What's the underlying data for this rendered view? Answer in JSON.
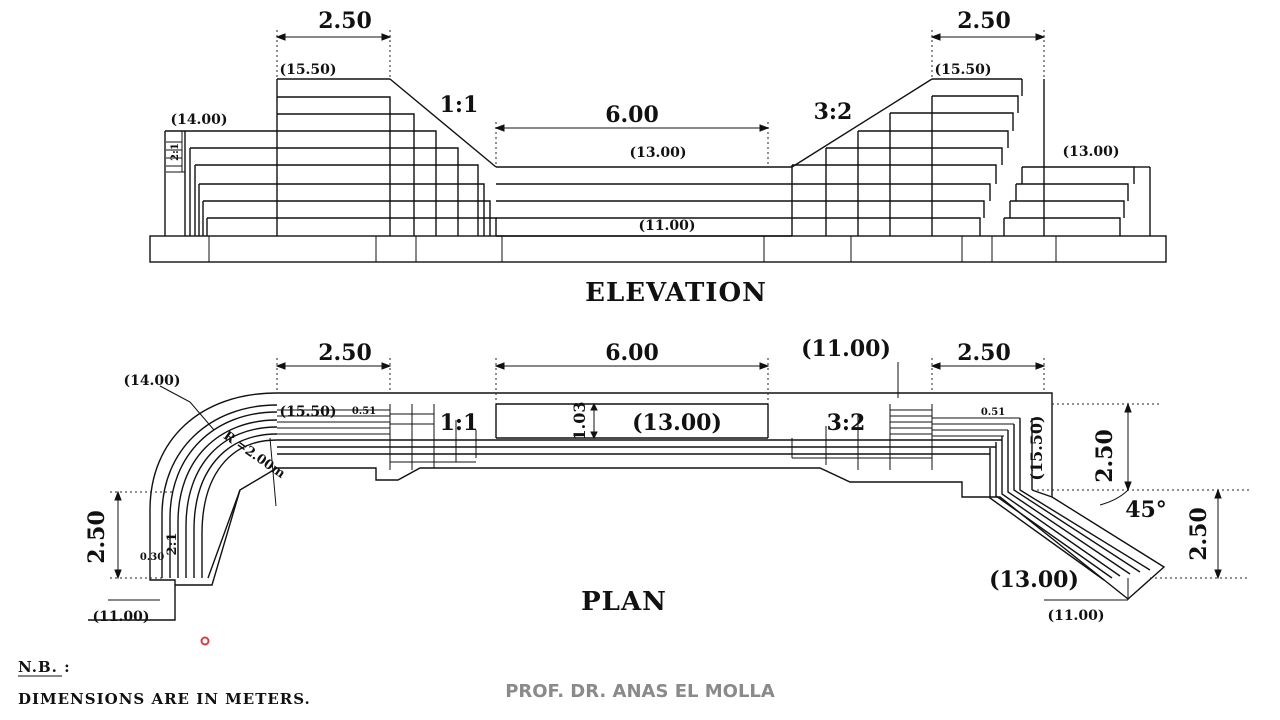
{
  "elevation": {
    "title": "ELEVATION",
    "dims": {
      "left_width": "2.50",
      "right_width": "2.50",
      "center_width": "6.00"
    },
    "levels": {
      "left_top": "(15.50)",
      "right_top": "(15.50)",
      "left_side": "(14.00)",
      "right_side": "(13.00)",
      "center_top": "(13.00)",
      "center_bottom": "(11.00)"
    },
    "slopes": {
      "left": "1:1",
      "right": "3:2",
      "side": "2:1"
    }
  },
  "plan": {
    "title": "PLAN",
    "dims": {
      "left_width": "2.50",
      "center_width": "6.00",
      "right_width": "2.50",
      "right_offset_1": "2.50",
      "right_offset_2": "2.50",
      "left_vertical": "2.50",
      "center_depth": "1.03",
      "step_left": "0.51",
      "step_right": "0.51",
      "small": "0.30"
    },
    "levels": {
      "top_right": "(11.00)",
      "left_outer": "(14.00)",
      "left_top": "(15.50)",
      "center": "(13.00)",
      "right_side": "(15.50)",
      "right_lower": "(13.00)",
      "right_bottom": "(11.00)",
      "left_bottom": "(11.00)"
    },
    "slopes": {
      "left": "1:1",
      "right": "3:2",
      "side": "2:1"
    },
    "radius": "R =2.00m",
    "angle": "45°"
  },
  "notes": {
    "nb": "N.B.  :",
    "text": "DIMENSIONS  ARE  IN  METERS."
  },
  "credit": "PROF. DR. ANAS EL MOLLA",
  "colors": {
    "line": "#111111",
    "credit": "#8a8a8a",
    "marker": "#d94040"
  }
}
